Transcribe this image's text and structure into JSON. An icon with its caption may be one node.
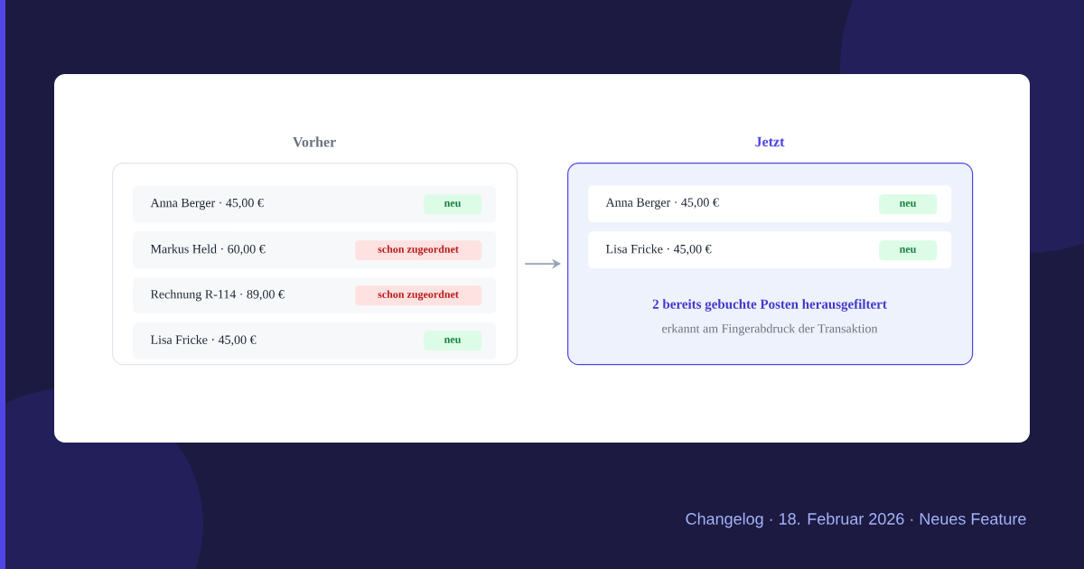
{
  "diagram": {
    "nodes": [
      {
        "text": [
          "Vorher"
        ]
      },
      {
        "text": [
          "Anna Berger · 45,00 €"
        ],
        "in": 0
      },
      {
        "text": [
          "neu"
        ],
        "in": 1
      },
      {
        "text": [
          "Markus Held · 60,00 €"
        ],
        "in": 0
      },
      {
        "text": [
          "schon zugeordnet"
        ],
        "in": 3
      },
      {
        "text": [
          "Rechnung R-114 · 89,00 €"
        ],
        "in": 0
      },
      {
        "text": [
          "schon zugeordnet"
        ],
        "in": 5
      },
      {
        "text": [
          "Lisa Fricke · 45,00 €"
        ],
        "in": 0
      },
      {
        "text": [
          "neu"
        ],
        "in": 7
      },
      {
        "text": [
          "Jetzt",
          "2 bereits gebuchte Posten herausgefiltert",
          "erkannt am Fingerabdruck der Transaktion"
        ]
      },
      {
        "text": [
          "Anna Berger · 45,00 €"
        ],
        "in": 9
      },
      {
        "text": [
          "neu"
        ],
        "in": 10
      },
      {
        "text": [
          "Lisa Fricke · 45,00 €"
        ],
        "in": 9
      },
      {
        "text": [
          "neu"
        ],
        "in": 12
      }
    ],
    "edges": [
      {
        "from": 0,
        "to": 9,
        "arrow": "to"
      }
    ],
    "labels": [
      "Changelog · 18. Februar 2026 · Neues Feature"
    ]
  }
}
